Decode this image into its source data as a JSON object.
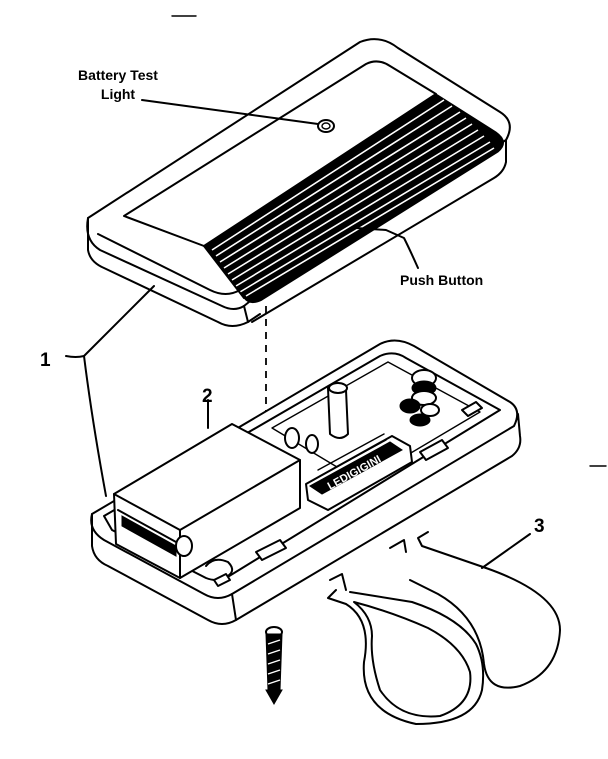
{
  "labels": {
    "battery_test_light_line1": "Battery Test",
    "battery_test_light_line2": "Light",
    "push_button": "Push Button"
  },
  "callouts": {
    "part_1": "1",
    "part_2": "2",
    "part_3": "3"
  },
  "board_text": "LEDIGIGINI"
}
